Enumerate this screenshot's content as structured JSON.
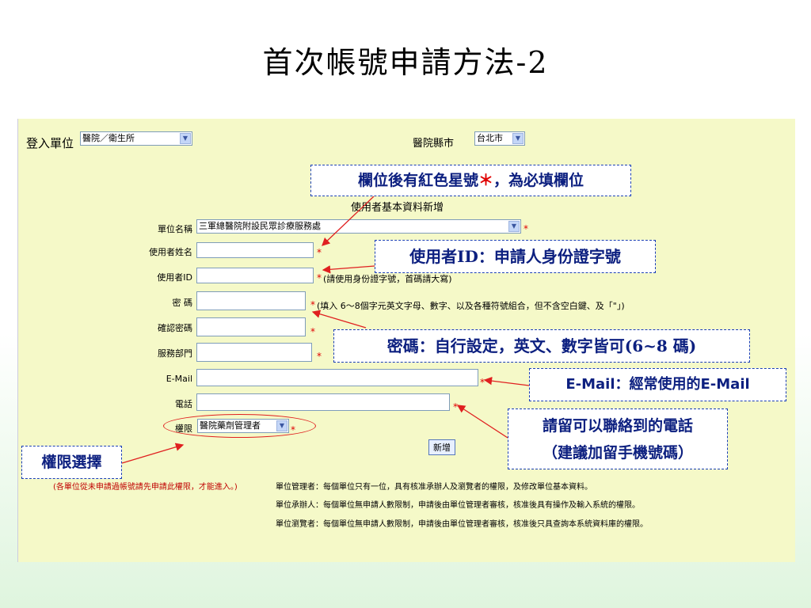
{
  "title": "首次帳號申請方法-2",
  "login": {
    "label": "登入單位",
    "value": "醫院／衛生所"
  },
  "county": {
    "label": "醫院縣市",
    "value": "台北市"
  },
  "form": {
    "heading": "使用者基本資料新增",
    "unit_label": "單位名稱",
    "unit_value": "三軍總醫院附設民眾診療服務處",
    "name_label": "使用者姓名",
    "id_label": "使用者ID",
    "id_hint": "(請使用身份證字號，首碼請大寫)",
    "pwd_label": "密 碼",
    "pwd_hint": "(填入 6～8個字元英文字母、數字、以及各種符號組合，但不含空白鍵、及「\"」)",
    "confirm_label": "確認密碼",
    "dept_label": "服務部門",
    "email_label": "E-Mail",
    "phone_label": "電話",
    "role_label": "權限",
    "role_value": "醫院藥劑管理者",
    "star": "*",
    "submit": "新增"
  },
  "notes": {
    "warning": "(各單位從未申請過帳號請先申請此權限，才能進入。)",
    "line1": "單位管理者：每個單位只有一位，具有核准承辦人及瀏覽者的權限，及修改單位基本資料。",
    "line2": "單位承辦人：每個單位無申請人數限制，申請後由單位管理者審核，核准後具有操作及輸入系統的權限。",
    "line3": "單位瀏覽者：每個單位無申請人數限制，申請後由單位管理者審核，核准後只具查詢本系統資料庫的權限。"
  },
  "callouts": {
    "required_a": "欄位後有紅色星號",
    "required_star": "＊",
    "required_b": "，為必填欄位",
    "userid": "使用者ID：申請人身份證字號",
    "password": "密碼：自行設定，英文、數字皆可(6~8 碼)",
    "email_a": "E-Mail：",
    "email_b": "經常使用的",
    "email_c": "E-Mail",
    "phone1": "請留可以聯絡到的電話",
    "phone2": "（建議加留手機號碼）",
    "role": "權限選擇"
  },
  "colors": {
    "panel": "#f5f9c8",
    "callout_text": "#0d2080",
    "required": "#e00000"
  }
}
